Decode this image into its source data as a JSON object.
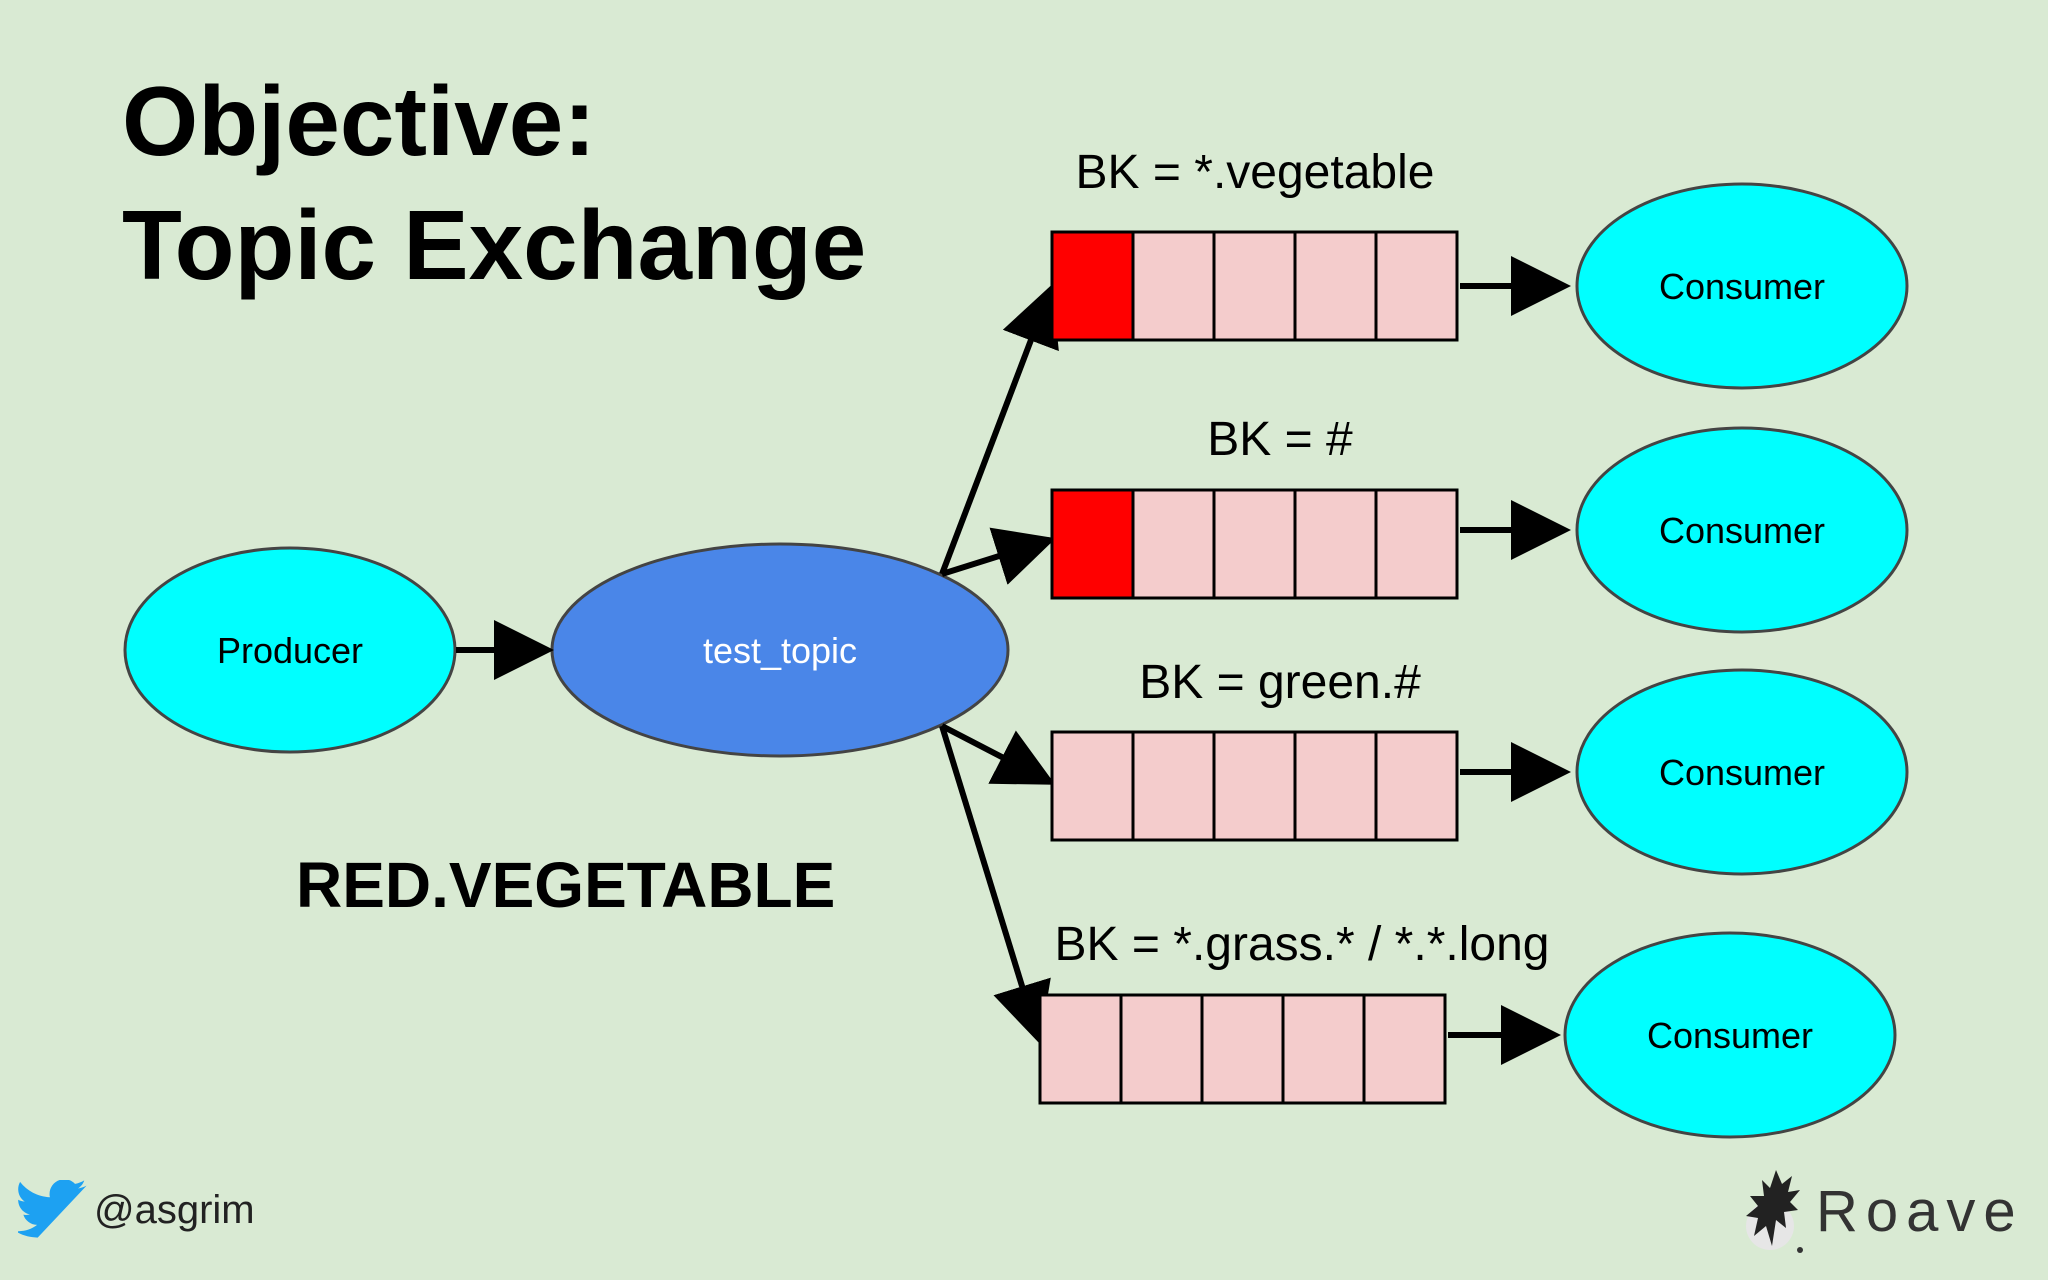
{
  "title": {
    "line1": "Objective:",
    "line2": "Topic Exchange"
  },
  "message": "RED.VEGETABLE",
  "producer": {
    "label": "Producer"
  },
  "exchange": {
    "label": "test_topic"
  },
  "queues": [
    {
      "binding": "BK = *.vegetable",
      "consumer": "Consumer",
      "filled": 1,
      "capacity": 5
    },
    {
      "binding": "BK = #",
      "consumer": "Consumer",
      "filled": 1,
      "capacity": 5
    },
    {
      "binding": "BK = green.#",
      "consumer": "Consumer",
      "filled": 0,
      "capacity": 5
    },
    {
      "binding": "BK = *.grass.* / *.*.long",
      "consumer": "Consumer",
      "filled": 0,
      "capacity": 5
    }
  ],
  "footer": {
    "twitter_handle": "@asgrim",
    "twitter_icon": "twitter-bird-icon",
    "brand_name": "Roave",
    "brand_icon": "roave-logo-icon"
  },
  "colors": {
    "background": "#d9ead3",
    "node": "#00ffff",
    "exchange": "#4a86e8",
    "queue_empty": "#f4cccc",
    "queue_filled": "#ff0000",
    "outline": "#000000"
  }
}
